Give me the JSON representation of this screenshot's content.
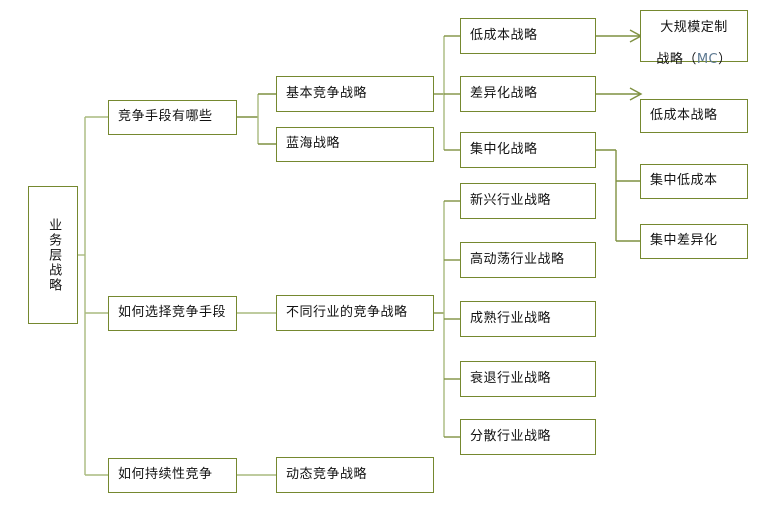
{
  "diagram": {
    "title": "业务层战略",
    "type": "tree-mindmap",
    "colors": {
      "border": "#75882f",
      "connector": "#7f9141",
      "connector_pale": "#a9ba7e",
      "background": "#ffffff",
      "text": "#111111",
      "accent_text": "#5b7790"
    },
    "nodes": {
      "root": "业务层战略",
      "l2_a": "竞争手段有哪些",
      "l2_b": "如何选择竞争手段",
      "l2_c": "如何持续性竞争",
      "l3_a1": "基本竞争战略",
      "l3_a2": "蓝海战略",
      "l3_b1": "不同行业的竞争战略",
      "l3_c1": "动态竞争战略",
      "l4_1": "低成本战略",
      "l4_2": "差异化战略",
      "l4_3": "集中化战略",
      "ind_1": "新兴行业战略",
      "ind_2": "高动荡行业战略",
      "ind_3": "成熟行业战略",
      "ind_4": "衰退行业战略",
      "ind_5": "分散行业战略",
      "l5_1_line1": "大规模定制",
      "l5_1_line2": "战略（",
      "l5_1_mc": "MC",
      "l5_1_line3": "）",
      "l5_2": "低成本战略",
      "l5_3": "集中低成本",
      "l5_4": "集中差异化"
    }
  }
}
